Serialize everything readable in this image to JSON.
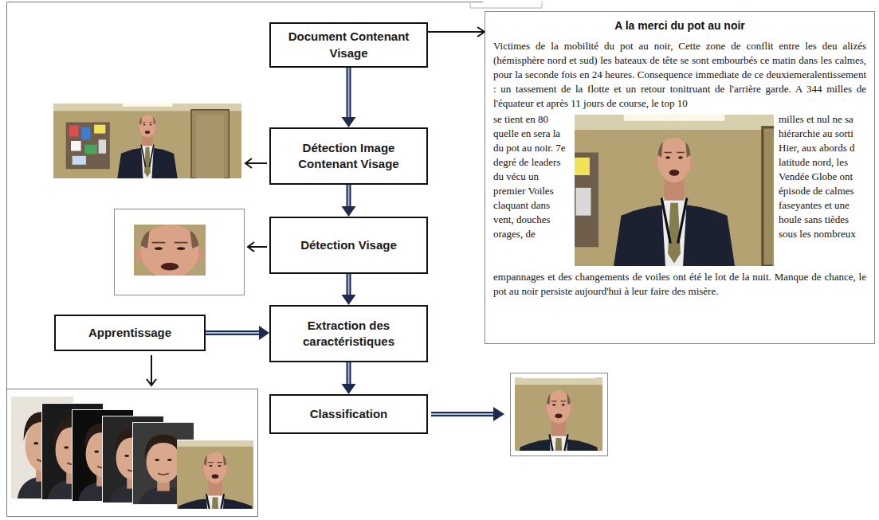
{
  "diagram": {
    "nodes": [
      {
        "text": [
          "Document Contenant Visage"
        ]
      },
      {
        "text": [
          "A la merci du pot au noir",
          "Victimes de la mobilité du pot au noir, Cette zone de conflit entre les deu alizés (hémisphère nord et sud) les bateaux de tête se sont embourbés ce matin dans les calmes, pour la seconde fois en 24 heures. Consequence immediate de ce deuxiemeralentissement : un tassement de la flotte et un retour tonitruant de l'arrière garde. A 344 milles de l'équateur et après 11 jours de course, le top 10",
          "se tient en 80 quelle en sera la du pot au noir. 7e degré de leaders du vécu un premier Voiles claquant dans vent, douches orages, de",
          "milles et nul ne sa hiérarchie au sorti Hier, aux abords d latitude nord, les Vendée Globe ont épisode de calmes faseyantes et une houle sans tièdes sous les nombreux",
          "empannages et des changements de voiles ont été le lot de la nuit. Manque de chance, le pot au noir persiste aujourd'hui à leur faire des misère."
        ]
      },
      {
        "text": [
          "Détection Image Contenant Visage"
        ]
      },
      {
        "text": [
          "Détection Visage"
        ]
      },
      {
        "text": [
          "Apprentissage"
        ]
      },
      {
        "text": [
          "Extraction des caractéristiques"
        ]
      },
      {
        "text": [
          "Classification"
        ]
      }
    ],
    "edges": [
      {
        "from": 0,
        "to": 1,
        "arrow": "to"
      },
      {
        "from": 0,
        "to": 2,
        "arrow": "to"
      },
      {
        "from": 2,
        "to": 3,
        "arrow": "to"
      },
      {
        "from": 3,
        "to": 5,
        "arrow": "to"
      },
      {
        "from": 4,
        "to": 5,
        "arrow": "to"
      },
      {
        "from": 5,
        "to": 6,
        "arrow": "to"
      }
    ]
  }
}
